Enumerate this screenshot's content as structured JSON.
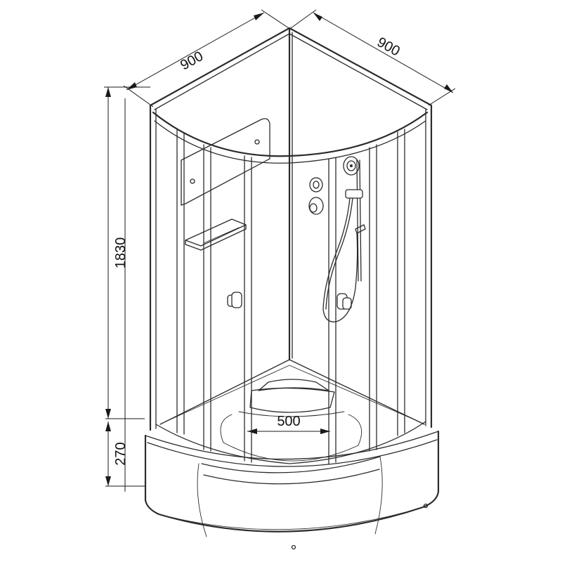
{
  "dimensions": {
    "width_left": "900",
    "width_right": "900",
    "height_cabin": "1830",
    "height_tray": "270",
    "tray_inner": "500"
  },
  "colors": {
    "line": "#2b2b2b",
    "background": "#ffffff"
  }
}
